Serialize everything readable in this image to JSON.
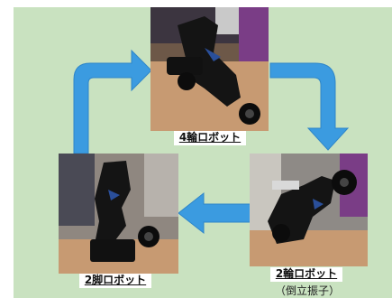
{
  "colors": {
    "background": "#c9e2c0",
    "arrow": "#3b9be0",
    "arrow_outline": "#2f86c9"
  },
  "nodes": [
    {
      "id": "four-wheel",
      "label": "4輪ロボット"
    },
    {
      "id": "two-wheel",
      "label": "2輪ロボット",
      "sublabel": "（倒立振子）"
    },
    {
      "id": "two-leg",
      "label": "2脚ロボット"
    }
  ],
  "edges": [
    {
      "from": "two-leg",
      "to": "four-wheel"
    },
    {
      "from": "four-wheel",
      "to": "two-wheel"
    },
    {
      "from": "two-wheel",
      "to": "two-leg"
    }
  ]
}
